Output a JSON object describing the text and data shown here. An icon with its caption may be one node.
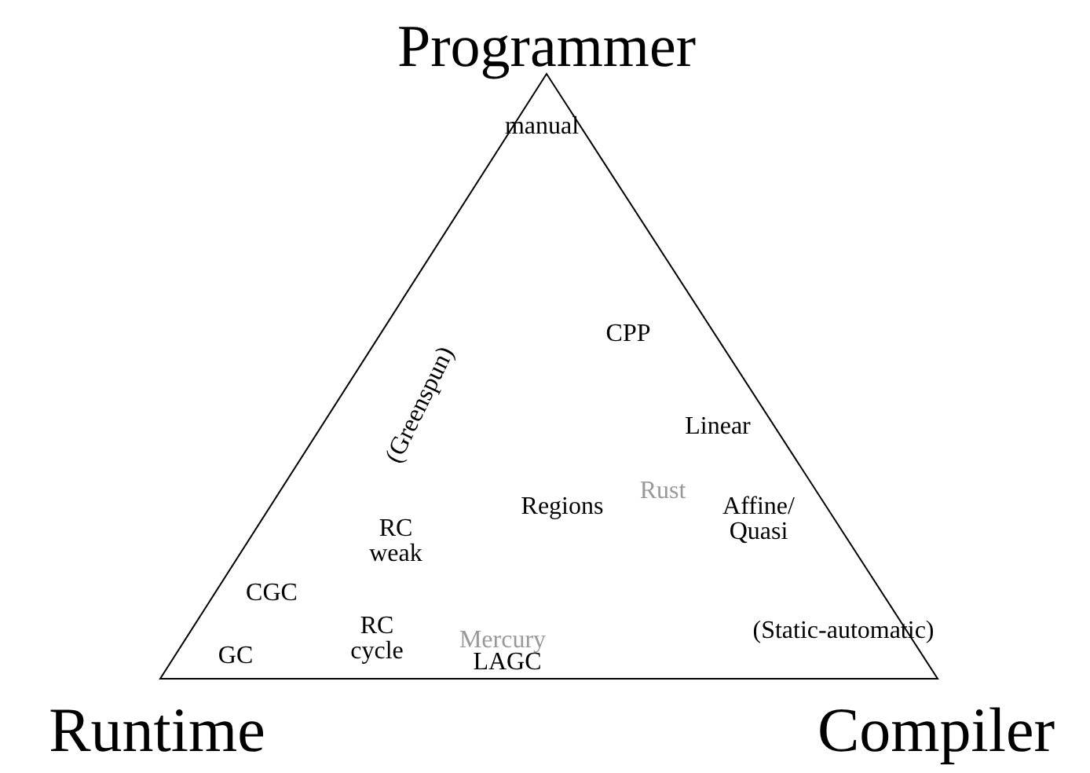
{
  "diagram": {
    "labels": [
      "Programmer",
      "manual",
      "CPP",
      "(Greenspun)",
      "Linear",
      "Rust",
      "Regions",
      "Affine/ Quasi",
      "RC weak",
      "CGC",
      "RC cycle",
      "Mercury",
      "(Static-automatic)",
      "GC",
      "LAGC",
      "Runtime",
      "Compiler"
    ]
  }
}
